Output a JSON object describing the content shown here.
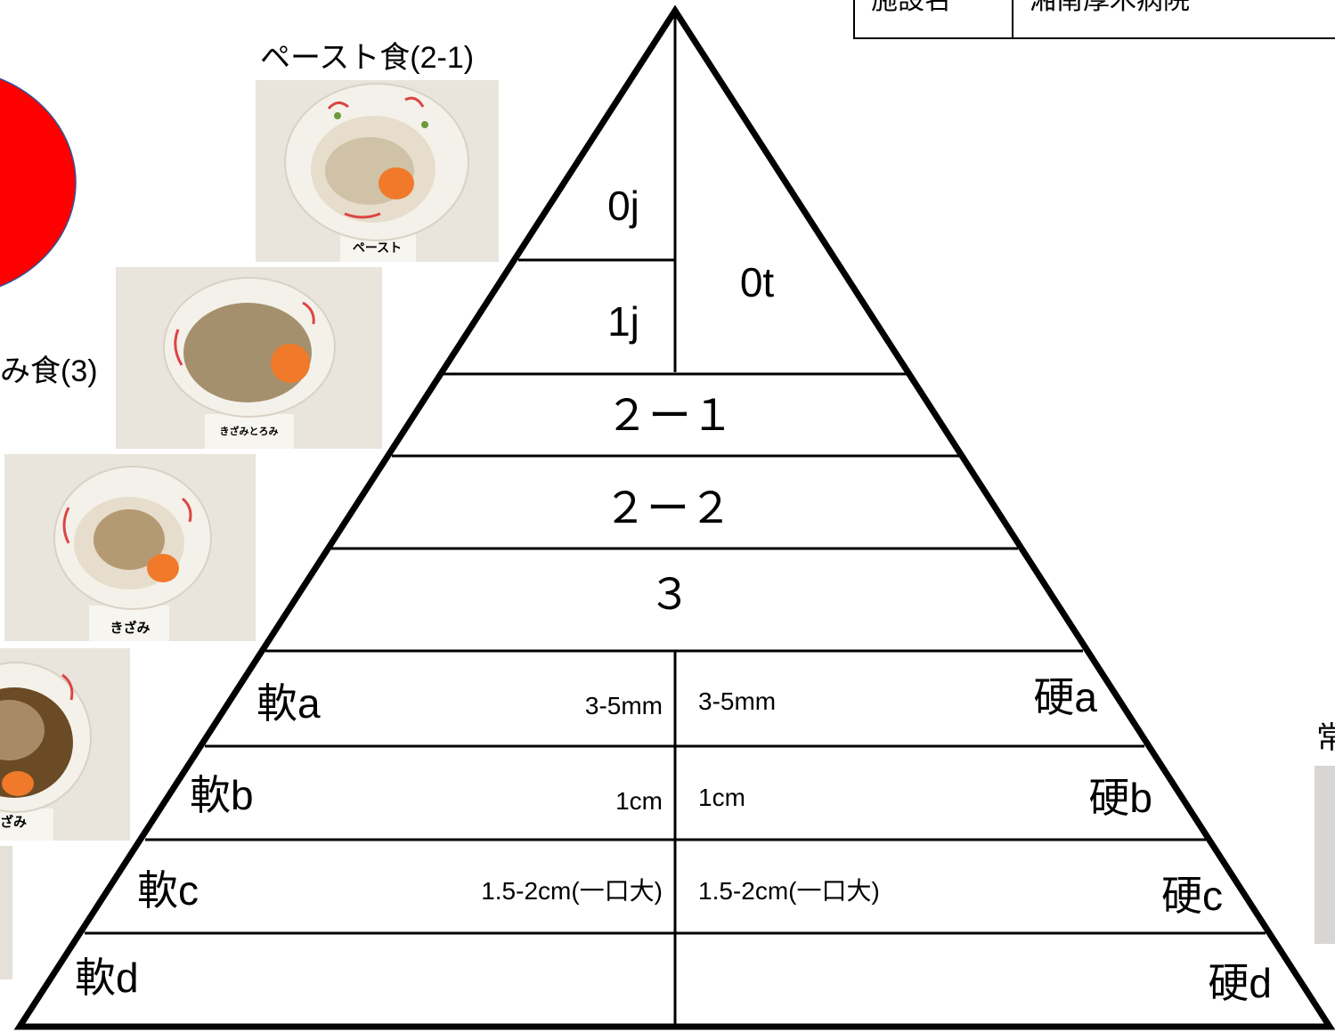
{
  "header": {
    "facility_label": "施設名",
    "facility_name": "湘南厚木病院"
  },
  "photos": {
    "paste": {
      "caption": "ペースト食(2-1)",
      "plate_label": "ペースト"
    },
    "kizami_toromi": {
      "caption": "み食(3)",
      "plate_label": "きざみとろみ"
    },
    "kizami": {
      "plate_label": "きざみ"
    },
    "kizami_ankake": {
      "plate_label": "ざみ"
    },
    "regular": {
      "caption": "常"
    }
  },
  "pyramid": {
    "level_0j": "0j",
    "level_1j": "1j",
    "level_0t": "0t",
    "level_2_1": "２ー１",
    "level_2_2": "２ー２",
    "level_3": "３",
    "soft_a": "軟a",
    "soft_b": "軟b",
    "soft_c": "軟c",
    "soft_d": "軟d",
    "hard_a": "硬a",
    "hard_b": "硬b",
    "hard_c": "硬c",
    "hard_d": "硬d",
    "size_a_left": "3-5mm",
    "size_a_right": "3-5mm",
    "size_b_left": "1cm",
    "size_b_right": "1cm",
    "size_c_left": "1.5-2cm(一口大)",
    "size_c_right": "1.5-2cm(一口大)"
  },
  "colors": {
    "red_circle": "#ff0000",
    "outline": "#000000",
    "bowl_rim": "#f4f1ea",
    "photo_bg": "#e9e4dc",
    "paste_food": "#cfc2a6",
    "carrot": "#f07a2a",
    "kizami_food": "#a5906e"
  }
}
